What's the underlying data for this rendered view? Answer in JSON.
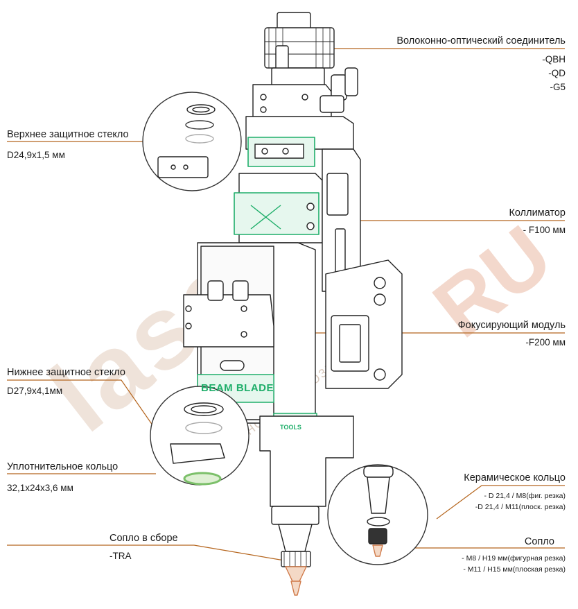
{
  "labels": {
    "fiber_connector": {
      "title": "Волоконно-оптический соединитель",
      "options": [
        "-QBH",
        "-QD",
        "-G5"
      ]
    },
    "upper_glass": {
      "title": "Верхнее защитное стекло",
      "spec": "D24,9x1,5 мм"
    },
    "collimator": {
      "title": "Коллиматор",
      "spec": "- F100 мм"
    },
    "focus_module": {
      "title": "Фокусирующий модуль",
      "spec": "-F200 мм"
    },
    "lower_glass": {
      "title": "Нижнее защитное стекло",
      "spec": "D27,9x4,1мм"
    },
    "seal_ring": {
      "title": "Уплотнительное кольцо",
      "spec": "32,1x24x3,6 мм"
    },
    "nozzle_assembly": {
      "title": "Сопло в сборе",
      "spec": "-TRA"
    },
    "ceramic_ring": {
      "title": "Керамическое кольцо",
      "specs": [
        "- D 21,4 / M8(фиг. резка)",
        "-D 21,4 / M11(плоск. резка)"
      ]
    },
    "nozzle": {
      "title": "Сопло",
      "specs": [
        "- M8 / H19 мм(фигурная резка)",
        "- M11 / H15 мм(плоская резка)"
      ]
    }
  },
  "product": {
    "brand_text": "BEAM BLADE",
    "tools_text": "TOOLS"
  },
  "watermark": {
    "main": "laser",
    "domain": "RU",
    "tagline": "ТЕХНОЛОГИИ СОЗИДАНИЯ"
  },
  "colors": {
    "leader_line": "#b5651d",
    "accent_green": "#1fae6a",
    "seal_green": "#7cc06a",
    "nozzle_copper": "#d07a4a",
    "watermark": "#e9d8cc"
  }
}
